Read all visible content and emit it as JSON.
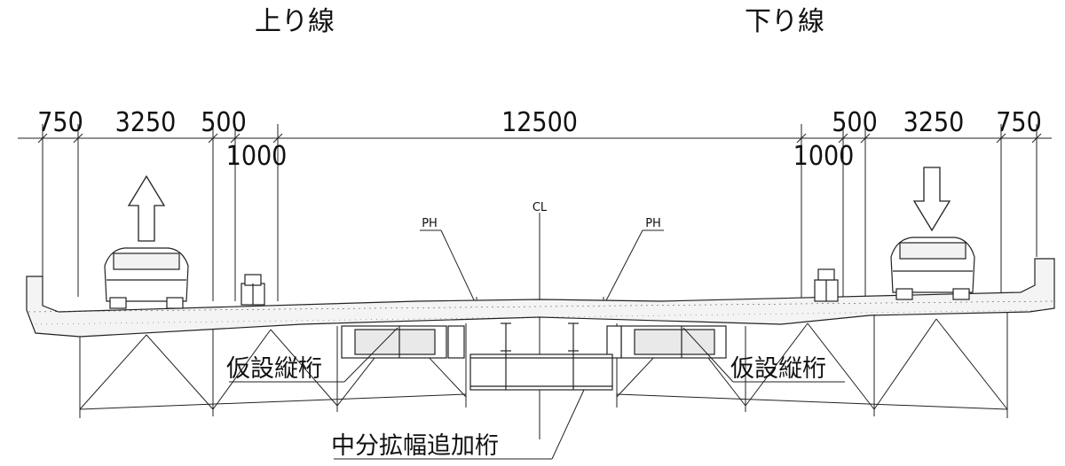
{
  "titles": {
    "left": "上り線",
    "right": "下り線"
  },
  "dimensions": {
    "left": [
      "750",
      "3250",
      "500"
    ],
    "left_lower": "1000",
    "center": "12500",
    "right": [
      "500",
      "3250",
      "750"
    ],
    "right_lower": "1000"
  },
  "markers": {
    "ph_left": "PH",
    "ph_right": "PH",
    "centerline": "CL"
  },
  "labels": {
    "temp_girder_left": "仮設縦桁",
    "temp_girder_right": "仮設縦桁",
    "center_girder": "中分拡幅追加桁"
  },
  "traffic": {
    "left_direction": "up",
    "right_direction": "down"
  }
}
